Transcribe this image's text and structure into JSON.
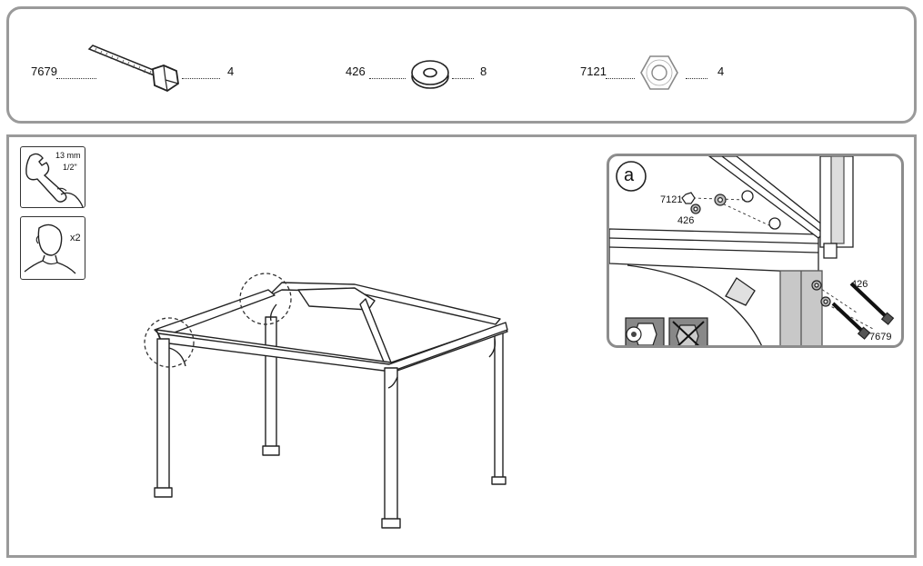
{
  "parts": [
    {
      "id": "7679",
      "qty": "4",
      "icon": "bolt-icon"
    },
    {
      "id": "426",
      "qty": "8",
      "icon": "washer-icon"
    },
    {
      "id": "7121",
      "qty": "4",
      "icon": "hex-nut-icon"
    }
  ],
  "tools": {
    "wrench_size_mm": "13 mm",
    "wrench_size_in": "1/2\"",
    "people_count": "x2"
  },
  "detail": {
    "label": "a",
    "callouts": {
      "nut": "7121",
      "washer_top": "426",
      "washer_right": "426",
      "bolt": "7679"
    }
  }
}
